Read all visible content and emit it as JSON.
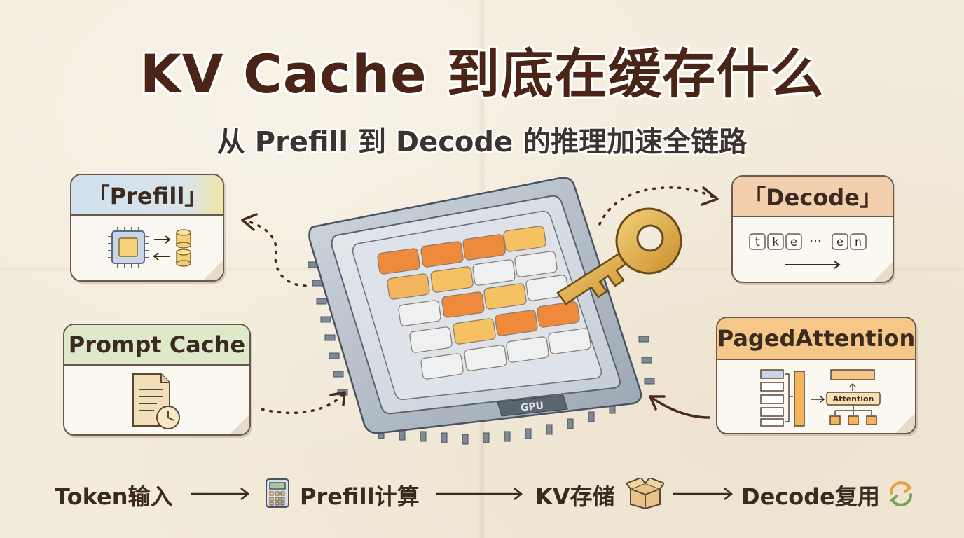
{
  "title": "KV Cache 到底在缓存什么",
  "subtitle": "从 Prefill 到 Decode 的推理加速全链路",
  "gpu_label": "GPU",
  "cards": {
    "prefill": {
      "label": "「Prefill」",
      "head_color": "#cfe0ef"
    },
    "decode": {
      "label": "「Decode」",
      "head_color": "#f4cfae",
      "tokens": [
        "t",
        "k",
        "e",
        "n"
      ],
      "ellipsis": "···"
    },
    "prompt_cache": {
      "label": "Prompt Cache",
      "head_color": "#dfe8c9"
    },
    "paged_attention": {
      "label": "PagedAttention",
      "head_color": "#f5c88a",
      "attention_label": "Attention"
    }
  },
  "flow": {
    "steps": [
      "Token输入",
      "Prefill计算",
      "KV存储",
      "Decode复用"
    ],
    "icons": [
      "calculator-icon",
      "box-icon",
      "refresh-icon"
    ]
  },
  "colors": {
    "title": "#4a2416",
    "outline": "#6b5a4c",
    "orange": "#ef8a3c",
    "key_gold": "#e2b14a",
    "arrow": "#4a2a1c"
  }
}
